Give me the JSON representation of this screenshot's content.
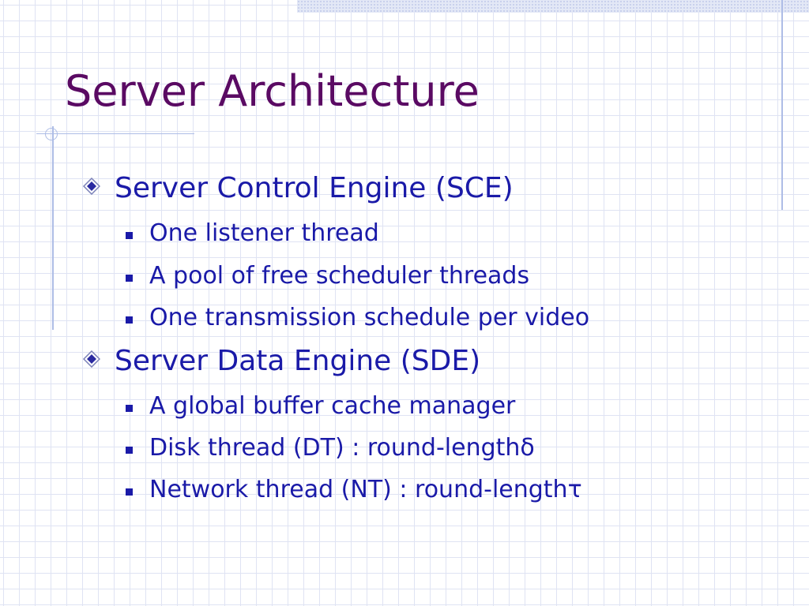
{
  "slide": {
    "title": "Server Architecture",
    "sections": [
      {
        "label": "Server Control Engine (SCE)",
        "items": [
          "One listener thread",
          "A pool of free scheduler threads",
          "One transmission schedule per video"
        ]
      },
      {
        "label": "Server Data Engine (SDE)",
        "items": [
          "A global buffer cache manager",
          "Disk thread (DT) : round-lengthδ",
          "Network thread (NT) : round-lengthτ"
        ]
      }
    ]
  },
  "icons": {
    "level1_bullet": "diamond-bullet-icon",
    "level2_bullet": "square-bullet-icon"
  },
  "colors": {
    "title": "#5a0a63",
    "body_text": "#1a1aa8",
    "grid": "#dfe3f3",
    "rules": "#aebde6"
  }
}
